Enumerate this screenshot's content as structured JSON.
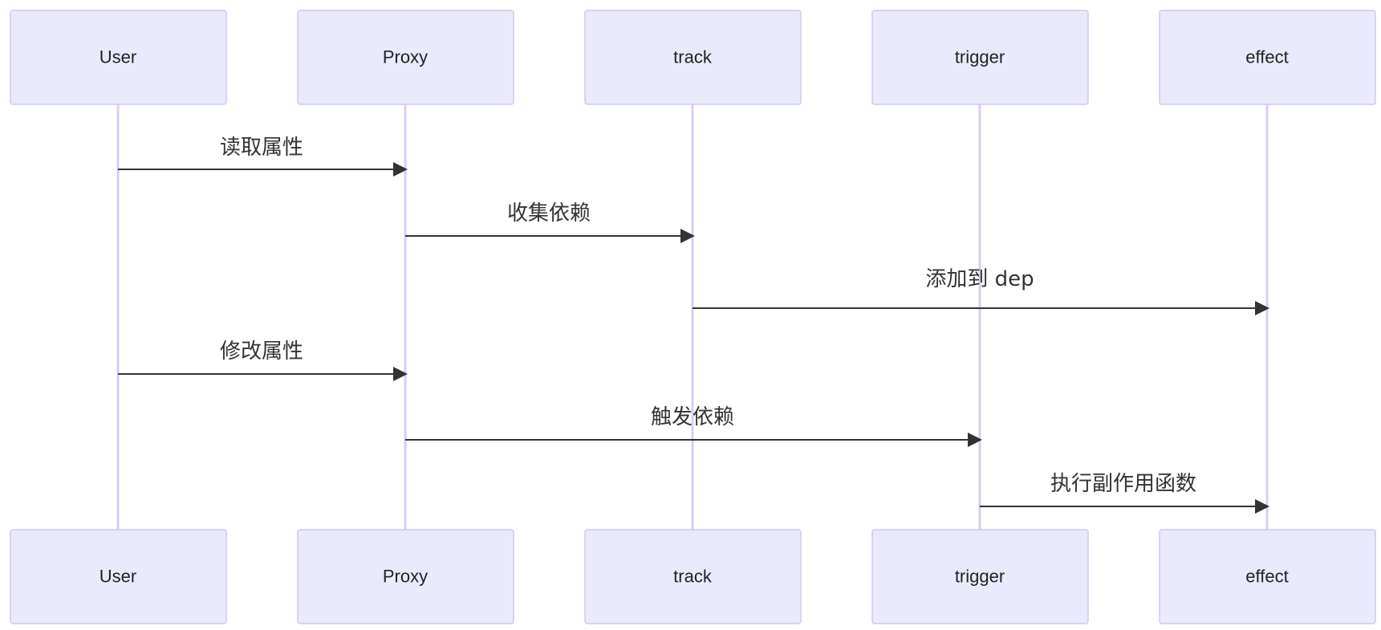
{
  "participants": [
    {
      "id": "user",
      "label": "User"
    },
    {
      "id": "proxy",
      "label": "Proxy"
    },
    {
      "id": "track",
      "label": "track"
    },
    {
      "id": "trigger",
      "label": "trigger"
    },
    {
      "id": "effect",
      "label": "effect"
    }
  ],
  "messages": [
    {
      "from": "user",
      "to": "proxy",
      "label": "读取属性"
    },
    {
      "from": "proxy",
      "to": "track",
      "label": "收集依赖"
    },
    {
      "from": "track",
      "to": "effect",
      "label": "添加到 dep"
    },
    {
      "from": "user",
      "to": "proxy",
      "label": "修改属性"
    },
    {
      "from": "proxy",
      "to": "trigger",
      "label": "触发依赖"
    },
    {
      "from": "trigger",
      "to": "effect",
      "label": "执行副作用函数"
    }
  ],
  "colors": {
    "actor_fill": "#eaeafd",
    "actor_stroke": "#d1c8f0",
    "lifeline": "#d9ccf2",
    "arrow": "#333333",
    "text": "#333333"
  }
}
